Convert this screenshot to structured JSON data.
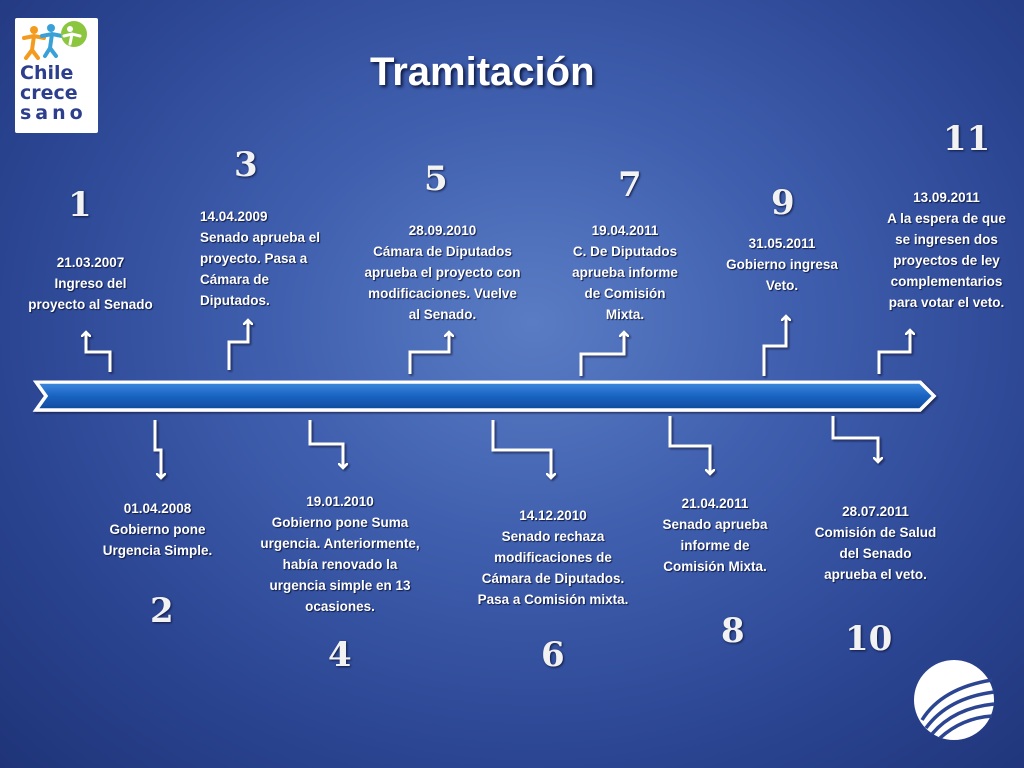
{
  "logo": {
    "line1": "Chile",
    "line2": "crece",
    "line3": "sano"
  },
  "title": "Tramitación",
  "steps": [
    {
      "n": "1",
      "date": "21.03.2007",
      "lines": [
        "Ingreso del",
        "proyecto al Senado"
      ]
    },
    {
      "n": "2",
      "date": "01.04.2008",
      "lines": [
        "Gobierno pone",
        "Urgencia Simple."
      ]
    },
    {
      "n": "3",
      "date": "14.04.2009",
      "lines": [
        "Senado aprueba el",
        "proyecto. Pasa a",
        "Cámara de",
        "Diputados."
      ]
    },
    {
      "n": "4",
      "date": "19.01.2010",
      "lines": [
        "Gobierno pone Suma",
        "urgencia. Anteriormente,",
        "había renovado la",
        "urgencia simple en 13",
        "ocasiones."
      ]
    },
    {
      "n": "5",
      "date": "28.09.2010",
      "lines": [
        "Cámara de Diputados",
        "aprueba el proyecto con",
        "modificaciones. Vuelve",
        "al Senado."
      ]
    },
    {
      "n": "6",
      "date": "14.12.2010",
      "lines": [
        "Senado rechaza",
        "modificaciones de",
        "Cámara de Diputados.",
        "Pasa a Comisión mixta."
      ]
    },
    {
      "n": "7",
      "date": "19.04.2011",
      "lines": [
        "C. De Diputados",
        "aprueba informe",
        "de Comisión",
        "Mixta."
      ]
    },
    {
      "n": "8",
      "date": "21.04.2011",
      "lines": [
        "Senado aprueba",
        "informe de",
        "Comisión Mixta."
      ]
    },
    {
      "n": "9",
      "date": "31.05.2011",
      "lines": [
        "Gobierno ingresa",
        "Veto."
      ]
    },
    {
      "n": "10",
      "date": "28.07.2011",
      "lines": [
        "Comisión de Salud",
        "del Senado",
        "aprueba el veto."
      ]
    },
    {
      "n": "11",
      "date": "13.09.2011",
      "lines": [
        "A la espera de que",
        "se ingresen dos",
        "proyectos de ley",
        "complementarios",
        "para votar el veto."
      ]
    }
  ]
}
